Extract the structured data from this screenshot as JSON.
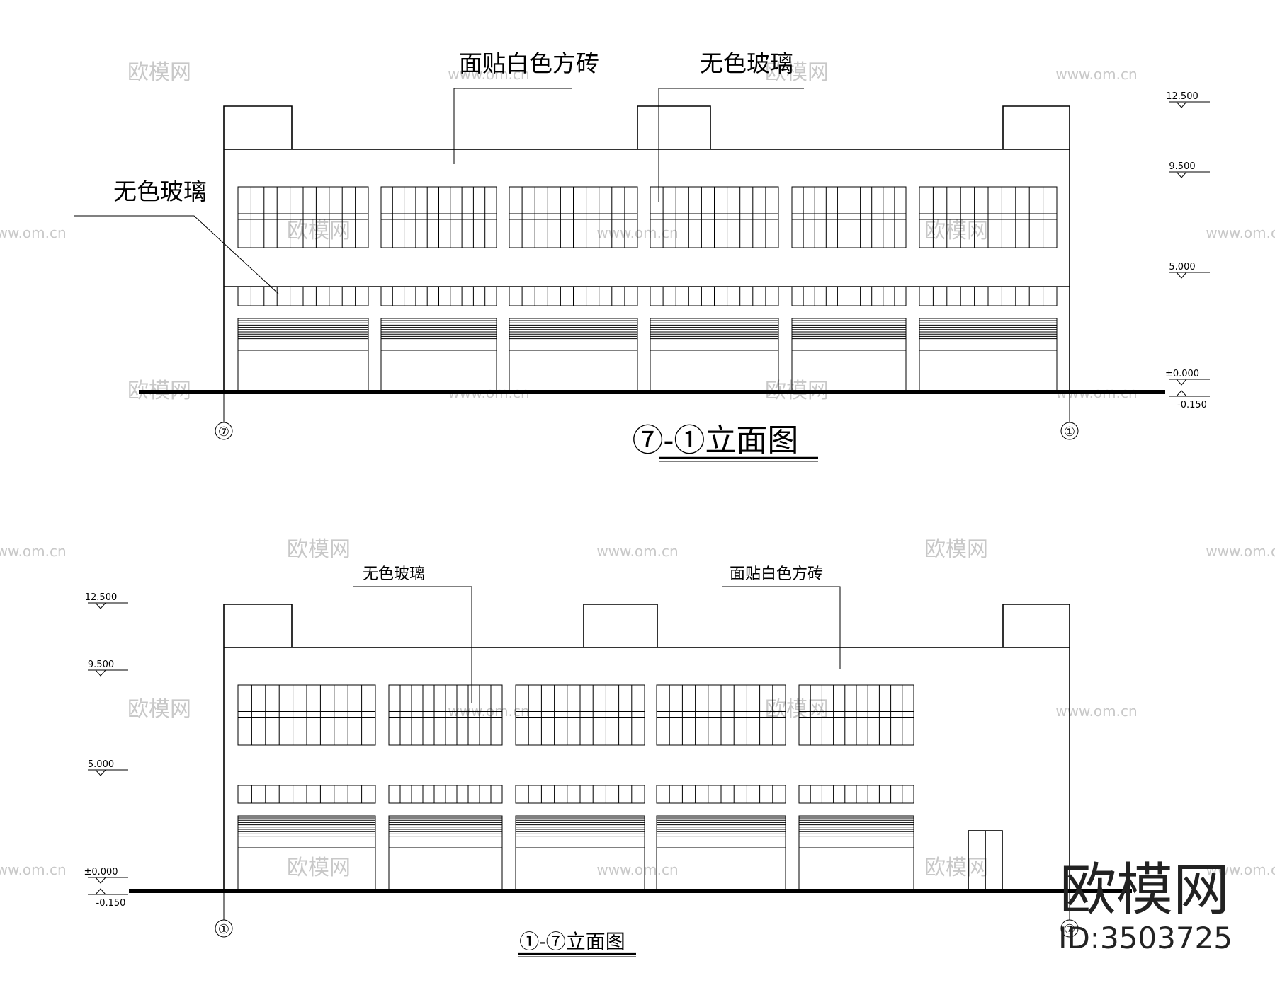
{
  "drawings": [
    {
      "title": "⑦-①立面图",
      "start_axis": "⑦",
      "end_axis": "①",
      "callouts": [
        "面贴白色方砖",
        "无色玻璃",
        "无色玻璃"
      ],
      "elevations": [
        "12.500",
        "9.500",
        "5.000",
        "±0.000",
        "-0.150"
      ]
    },
    {
      "title": "①-⑦立面图",
      "start_axis": "①",
      "end_axis": "⑦",
      "callouts": [
        "无色玻璃",
        "面贴白色方砖"
      ],
      "elevations": [
        "12.500",
        "9.500",
        "5.000",
        "±0.000",
        "-0.150"
      ]
    }
  ],
  "watermark": {
    "logo_text": "欧模网",
    "url_text": "www.om.cn",
    "brand": "欧模网",
    "id_label": "ID:3503725"
  }
}
